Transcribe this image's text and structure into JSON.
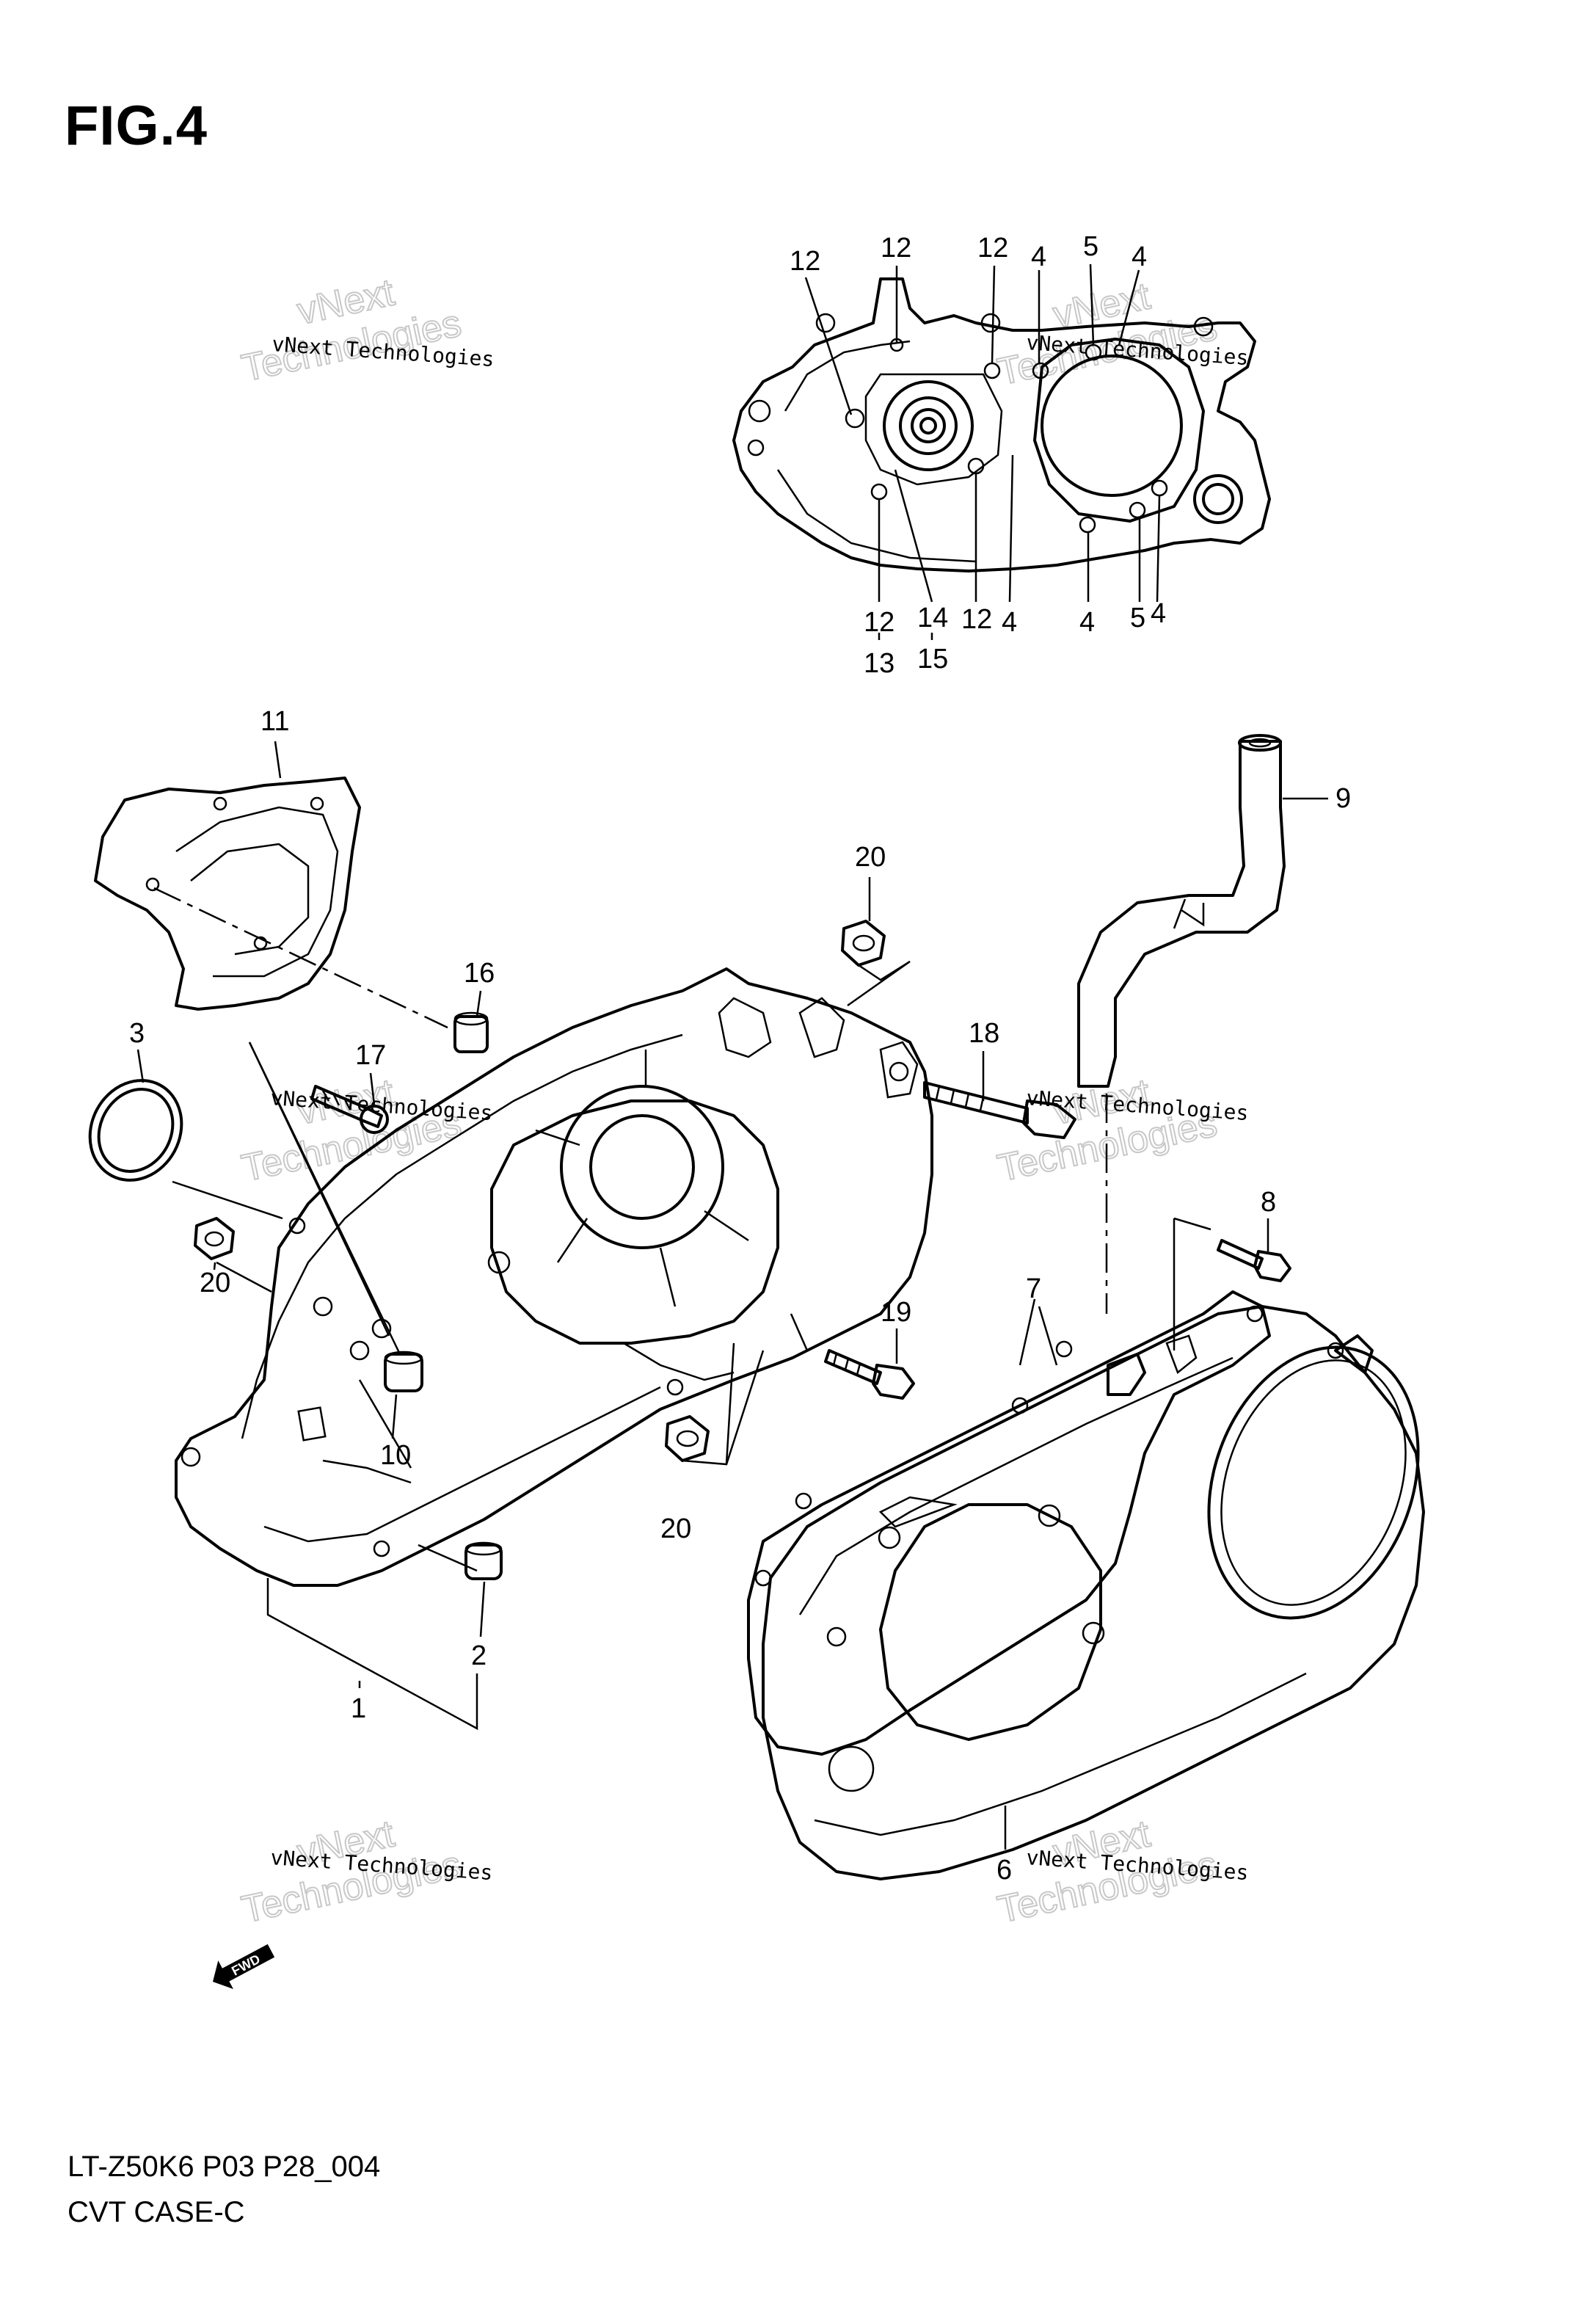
{
  "figure": {
    "title": "FIG.4",
    "code": "LT-Z50K6 P03 P28_004",
    "name": "CVT CASE-C"
  },
  "watermark": {
    "line1": "vNext",
    "line2": "Technologies",
    "small": "vNext Technologies"
  },
  "fwd_badge": "FWD",
  "callouts": [
    {
      "label": "12"
    },
    {
      "label": "12"
    },
    {
      "label": "12"
    },
    {
      "label": "4"
    },
    {
      "label": "5"
    },
    {
      "label": "4"
    },
    {
      "label": "12"
    },
    {
      "label": "13"
    },
    {
      "label": "14"
    },
    {
      "label": "15"
    },
    {
      "label": "12"
    },
    {
      "label": "4"
    },
    {
      "label": "4"
    },
    {
      "label": "5"
    },
    {
      "label": "4"
    },
    {
      "label": "11"
    },
    {
      "label": "9"
    },
    {
      "label": "20"
    },
    {
      "label": "16"
    },
    {
      "label": "3"
    },
    {
      "label": "17"
    },
    {
      "label": "18"
    },
    {
      "label": "8"
    },
    {
      "label": "20"
    },
    {
      "label": "19"
    },
    {
      "label": "7"
    },
    {
      "label": "10"
    },
    {
      "label": "20"
    },
    {
      "label": "2"
    },
    {
      "label": "1"
    },
    {
      "label": "6"
    }
  ]
}
